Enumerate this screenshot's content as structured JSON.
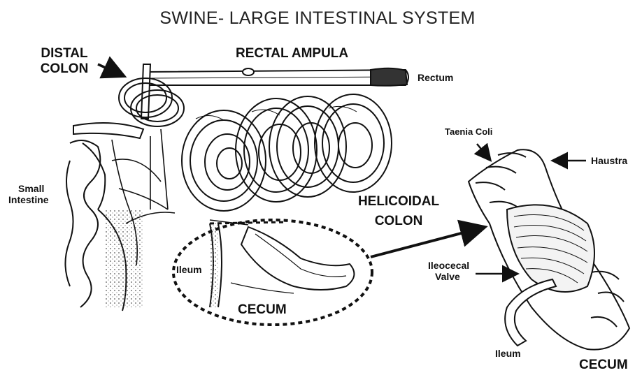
{
  "title": "SWINE- LARGE INTESTINAL SYSTEM",
  "labels": {
    "distal_colon_line1": "DISTAL",
    "distal_colon_line2": "COLON",
    "rectal_ampula": "RECTAL AMPULA",
    "rectum": "Rectum",
    "small_intestine_line1": "Small",
    "small_intestine_line2": "Intestine",
    "helicoidal_colon_line1": "HELICOIDAL",
    "helicoidal_colon_line2": "COLON",
    "ileum_left": "Ileum",
    "cecum_left": "CECUM",
    "taenia_coli": "Taenia Coli",
    "haustra": "Haustra",
    "ileocecal_valve_line1": "Ileocecal",
    "ileocecal_valve_line2": "Valve",
    "ileum_right": "Ileum",
    "cecum_right": "CECUM"
  },
  "colors": {
    "ink": "#111111",
    "stipple": "#555555"
  }
}
